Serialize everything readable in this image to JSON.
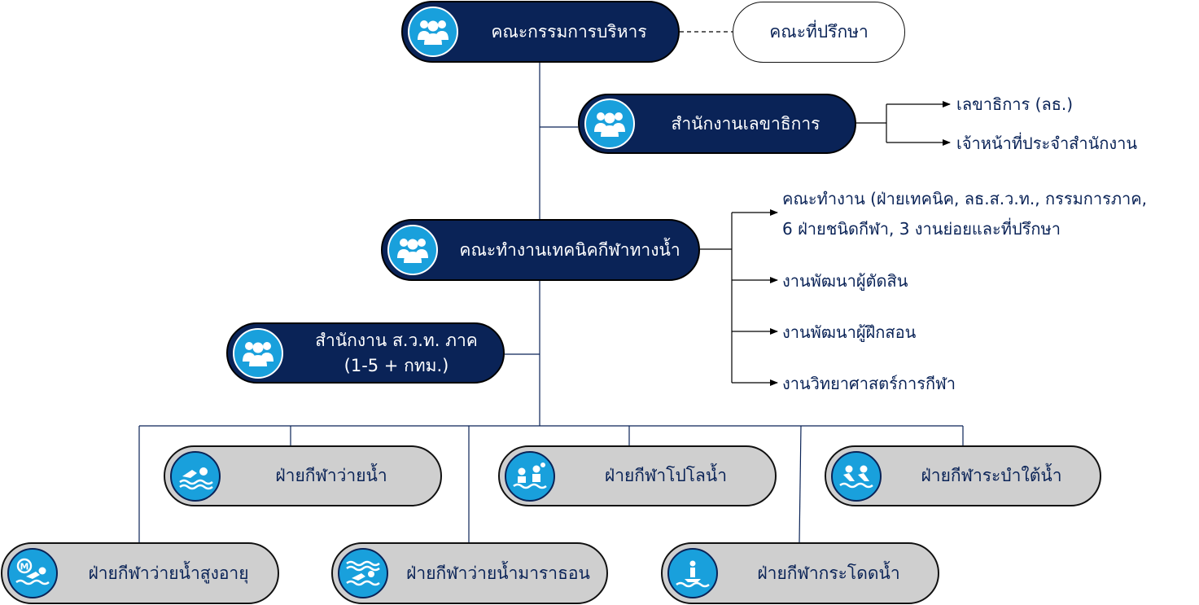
{
  "nodes": {
    "executive_committee": "คณะกรรมการบริหาร",
    "advisory_committee": "คณะที่ปรึกษา",
    "secretariat_office": "สำนักงานเลขาธิการ",
    "aquatics_technical_committee": "คณะทำงานเทคนิคกีฬาทางน้ำ",
    "regional_office_line1": "สำนักงาน ส.ว.ท. ภาค",
    "regional_office_line2": "(1-5 + กทม.)"
  },
  "secretariat_items": [
    "เลขาธิการ (ลธ.)",
    "เจ้าหน้าที่ประจำสำนักงาน"
  ],
  "technical_items": {
    "working_group_line1": "คณะทำงาน (ฝ่ายเทคนิค, ลธ.ส.ว.ท., กรรมการภาค,",
    "working_group_line2": "6 ฝ่ายชนิดกีฬา, 3 งานย่อยและที่ปรึกษา",
    "officials_dev": "งานพัฒนาผู้ตัดสิน",
    "coaches_dev": "งานพัฒนาผู้ฝึกสอน",
    "sports_science": "งานวิทยาศาสตร์การกีฬา"
  },
  "divisions": {
    "swimming": "ฝ่ายกีฬาว่ายน้ำ",
    "water_polo": "ฝ่ายกีฬาโปโลน้ำ",
    "artistic_swimming": "ฝ่ายกีฬาระบำใต้น้ำ",
    "masters_swimming": "ฝ่ายกีฬาว่ายน้ำสูงอายุ",
    "marathon_swimming": "ฝ่ายกีฬาว่ายน้ำมาราธอน",
    "diving": "ฝ่ายกีฬากระโดดน้ำ"
  },
  "icons": {
    "committee": "group-icon",
    "swimming": "swimmer-icon",
    "water_polo": "water-polo-icon",
    "artistic_swimming": "artistic-swimming-icon",
    "masters_swimming": "masters-swimmer-icon",
    "marathon_swimming": "marathon-swimmer-icon",
    "diving": "diver-icon"
  },
  "colors": {
    "dark_node": "#0a2357",
    "light_node": "#cfcfcf",
    "icon_circle": "#19a0dc",
    "text_dark": "#0a2357"
  }
}
